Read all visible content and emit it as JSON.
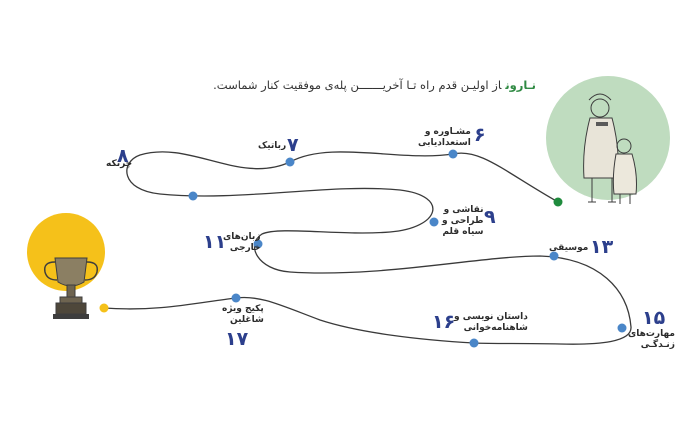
{
  "header": {
    "brand": "نـارون",
    "text": "از اولیـن قدم راه تـا آخریـــــــن پله‌ی موفقیت کنار شماست."
  },
  "milestones": [
    {
      "num": "۶",
      "label": "مشـاوره و\nاستعدادیابی"
    },
    {
      "num": "۷",
      "label": "رباتیک"
    },
    {
      "num": "۸",
      "label": "چرتکه"
    },
    {
      "num": "۹",
      "label": "نقاشی و\nطراحی و\nسیاه قلم"
    },
    {
      "num": "۱۱",
      "label": "زبان‌های\nخارجی"
    },
    {
      "num": "۱۳",
      "label": "موسیقی"
    },
    {
      "num": "۱۵",
      "label": "مهارت‌های\nزنـدگـی"
    },
    {
      "num": "۱۶",
      "label": "داستان نویسی و\nشاهنامه‌خوانی"
    },
    {
      "num": "۱۷",
      "label": "پکیج ویژه\nشاغلین"
    }
  ],
  "colors": {
    "path": "#3a3a3a",
    "dot": "#4a86c8",
    "start_dot": "#1f8b3d",
    "end_dot": "#f5c11a",
    "numbers": "#2c3f8c",
    "brand": "#2f8a43",
    "green_circle": "#bfdcbf",
    "yellow_circle": "#f5c11a"
  },
  "icons": [
    "children-illustration",
    "trophy-icon"
  ]
}
